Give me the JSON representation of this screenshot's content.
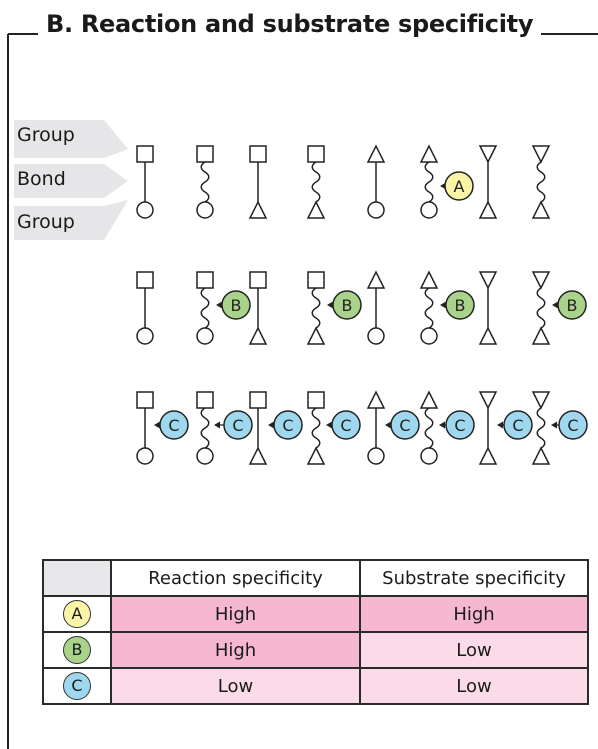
{
  "title": "B. Reaction and substrate specificity",
  "legend": {
    "group_top": "Group",
    "bond": "Bond",
    "group_bottom": "Group"
  },
  "enzymes": {
    "A": {
      "label": "A",
      "color": "#fbf3a6"
    },
    "B": {
      "label": "B",
      "color": "#a9d38a"
    },
    "C": {
      "label": "C",
      "color": "#9fd8ee"
    }
  },
  "table": {
    "headers": [
      "Reaction specificity",
      "Substrate specificity"
    ],
    "rows": [
      {
        "key": "A",
        "reaction": "High",
        "substrate": "High",
        "reaction_color": "#f5b8d0",
        "substrate_color": "#f5b8d0"
      },
      {
        "key": "B",
        "reaction": "High",
        "substrate": "Low",
        "reaction_color": "#f5b8d0",
        "substrate_color": "#fcdbe8"
      },
      {
        "key": "C",
        "reaction": "Low",
        "substrate": "Low",
        "reaction_color": "#fcdbe8",
        "substrate_color": "#fcdbe8"
      }
    ]
  }
}
